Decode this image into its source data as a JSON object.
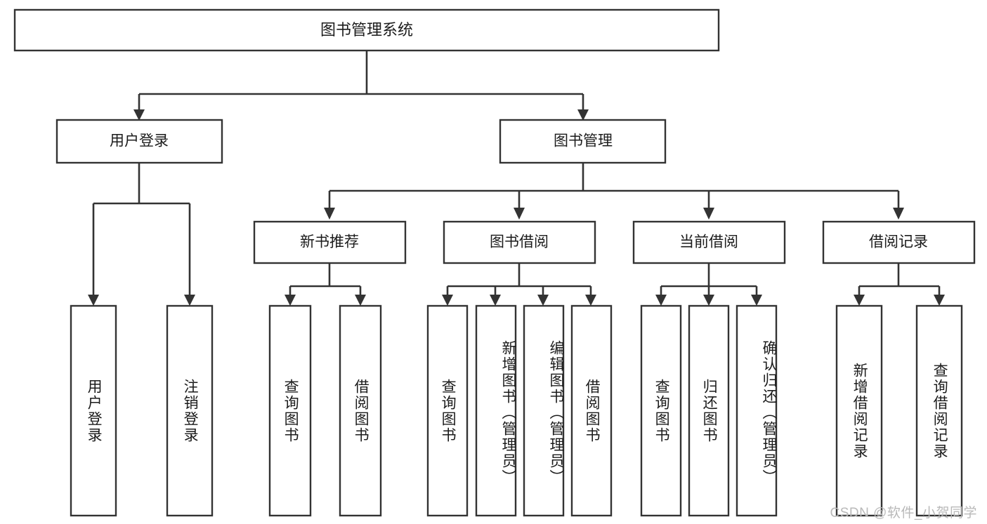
{
  "diagram": {
    "type": "tree",
    "title": "图书管理系统",
    "root": {
      "id": "root",
      "label": "图书管理系统",
      "orientation": "horizontal"
    },
    "level2": [
      {
        "id": "user-login",
        "label": "用户登录",
        "orientation": "horizontal"
      },
      {
        "id": "book-manage",
        "label": "图书管理",
        "orientation": "horizontal"
      }
    ],
    "level3": [
      {
        "id": "new-book-recommend",
        "label": "新书推荐",
        "orientation": "horizontal",
        "parent": "book-manage"
      },
      {
        "id": "book-borrow",
        "label": "图书借阅",
        "orientation": "horizontal",
        "parent": "book-manage"
      },
      {
        "id": "current-borrow",
        "label": "当前借阅",
        "orientation": "horizontal",
        "parent": "book-manage"
      },
      {
        "id": "borrow-record",
        "label": "借阅记录",
        "orientation": "horizontal",
        "parent": "book-manage"
      }
    ],
    "leaves": [
      {
        "id": "leaf-user-login",
        "label": "用户登录",
        "orientation": "vertical",
        "parent": "user-login"
      },
      {
        "id": "leaf-user-logout",
        "label": "注销登录",
        "orientation": "vertical",
        "parent": "user-login"
      },
      {
        "id": "leaf-query-book-1",
        "label": "查询图书",
        "orientation": "vertical",
        "parent": "new-book-recommend"
      },
      {
        "id": "leaf-borrow-book-1",
        "label": "借阅图书",
        "orientation": "vertical",
        "parent": "new-book-recommend"
      },
      {
        "id": "leaf-query-book-2",
        "label": "查询图书",
        "orientation": "vertical",
        "parent": "book-borrow"
      },
      {
        "id": "leaf-add-book",
        "label": "新增图书（管理员）",
        "orientation": "vertical",
        "parent": "book-borrow"
      },
      {
        "id": "leaf-edit-book",
        "label": "编辑图书（管理员）",
        "orientation": "vertical",
        "parent": "book-borrow"
      },
      {
        "id": "leaf-borrow-book-2",
        "label": "借阅图书",
        "orientation": "vertical",
        "parent": "book-borrow"
      },
      {
        "id": "leaf-query-book-3",
        "label": "查询图书",
        "orientation": "vertical",
        "parent": "current-borrow"
      },
      {
        "id": "leaf-return-book",
        "label": "归还图书",
        "orientation": "vertical",
        "parent": "current-borrow"
      },
      {
        "id": "leaf-confirm-return",
        "label": "确认归还（管理员）",
        "orientation": "vertical",
        "parent": "current-borrow"
      },
      {
        "id": "leaf-add-record",
        "label": "新增借阅记录",
        "orientation": "vertical",
        "parent": "borrow-record"
      },
      {
        "id": "leaf-query-record",
        "label": "查询借阅记录",
        "orientation": "vertical",
        "parent": "borrow-record"
      }
    ],
    "colors": {
      "box_stroke": "#333333",
      "box_fill": "#ffffff",
      "connector": "#333333",
      "text": "#1b1b1b",
      "watermark": "#b9b9b9",
      "background": "#ffffff"
    }
  },
  "watermark": {
    "text": "CSDN @软件_小贺同学"
  }
}
